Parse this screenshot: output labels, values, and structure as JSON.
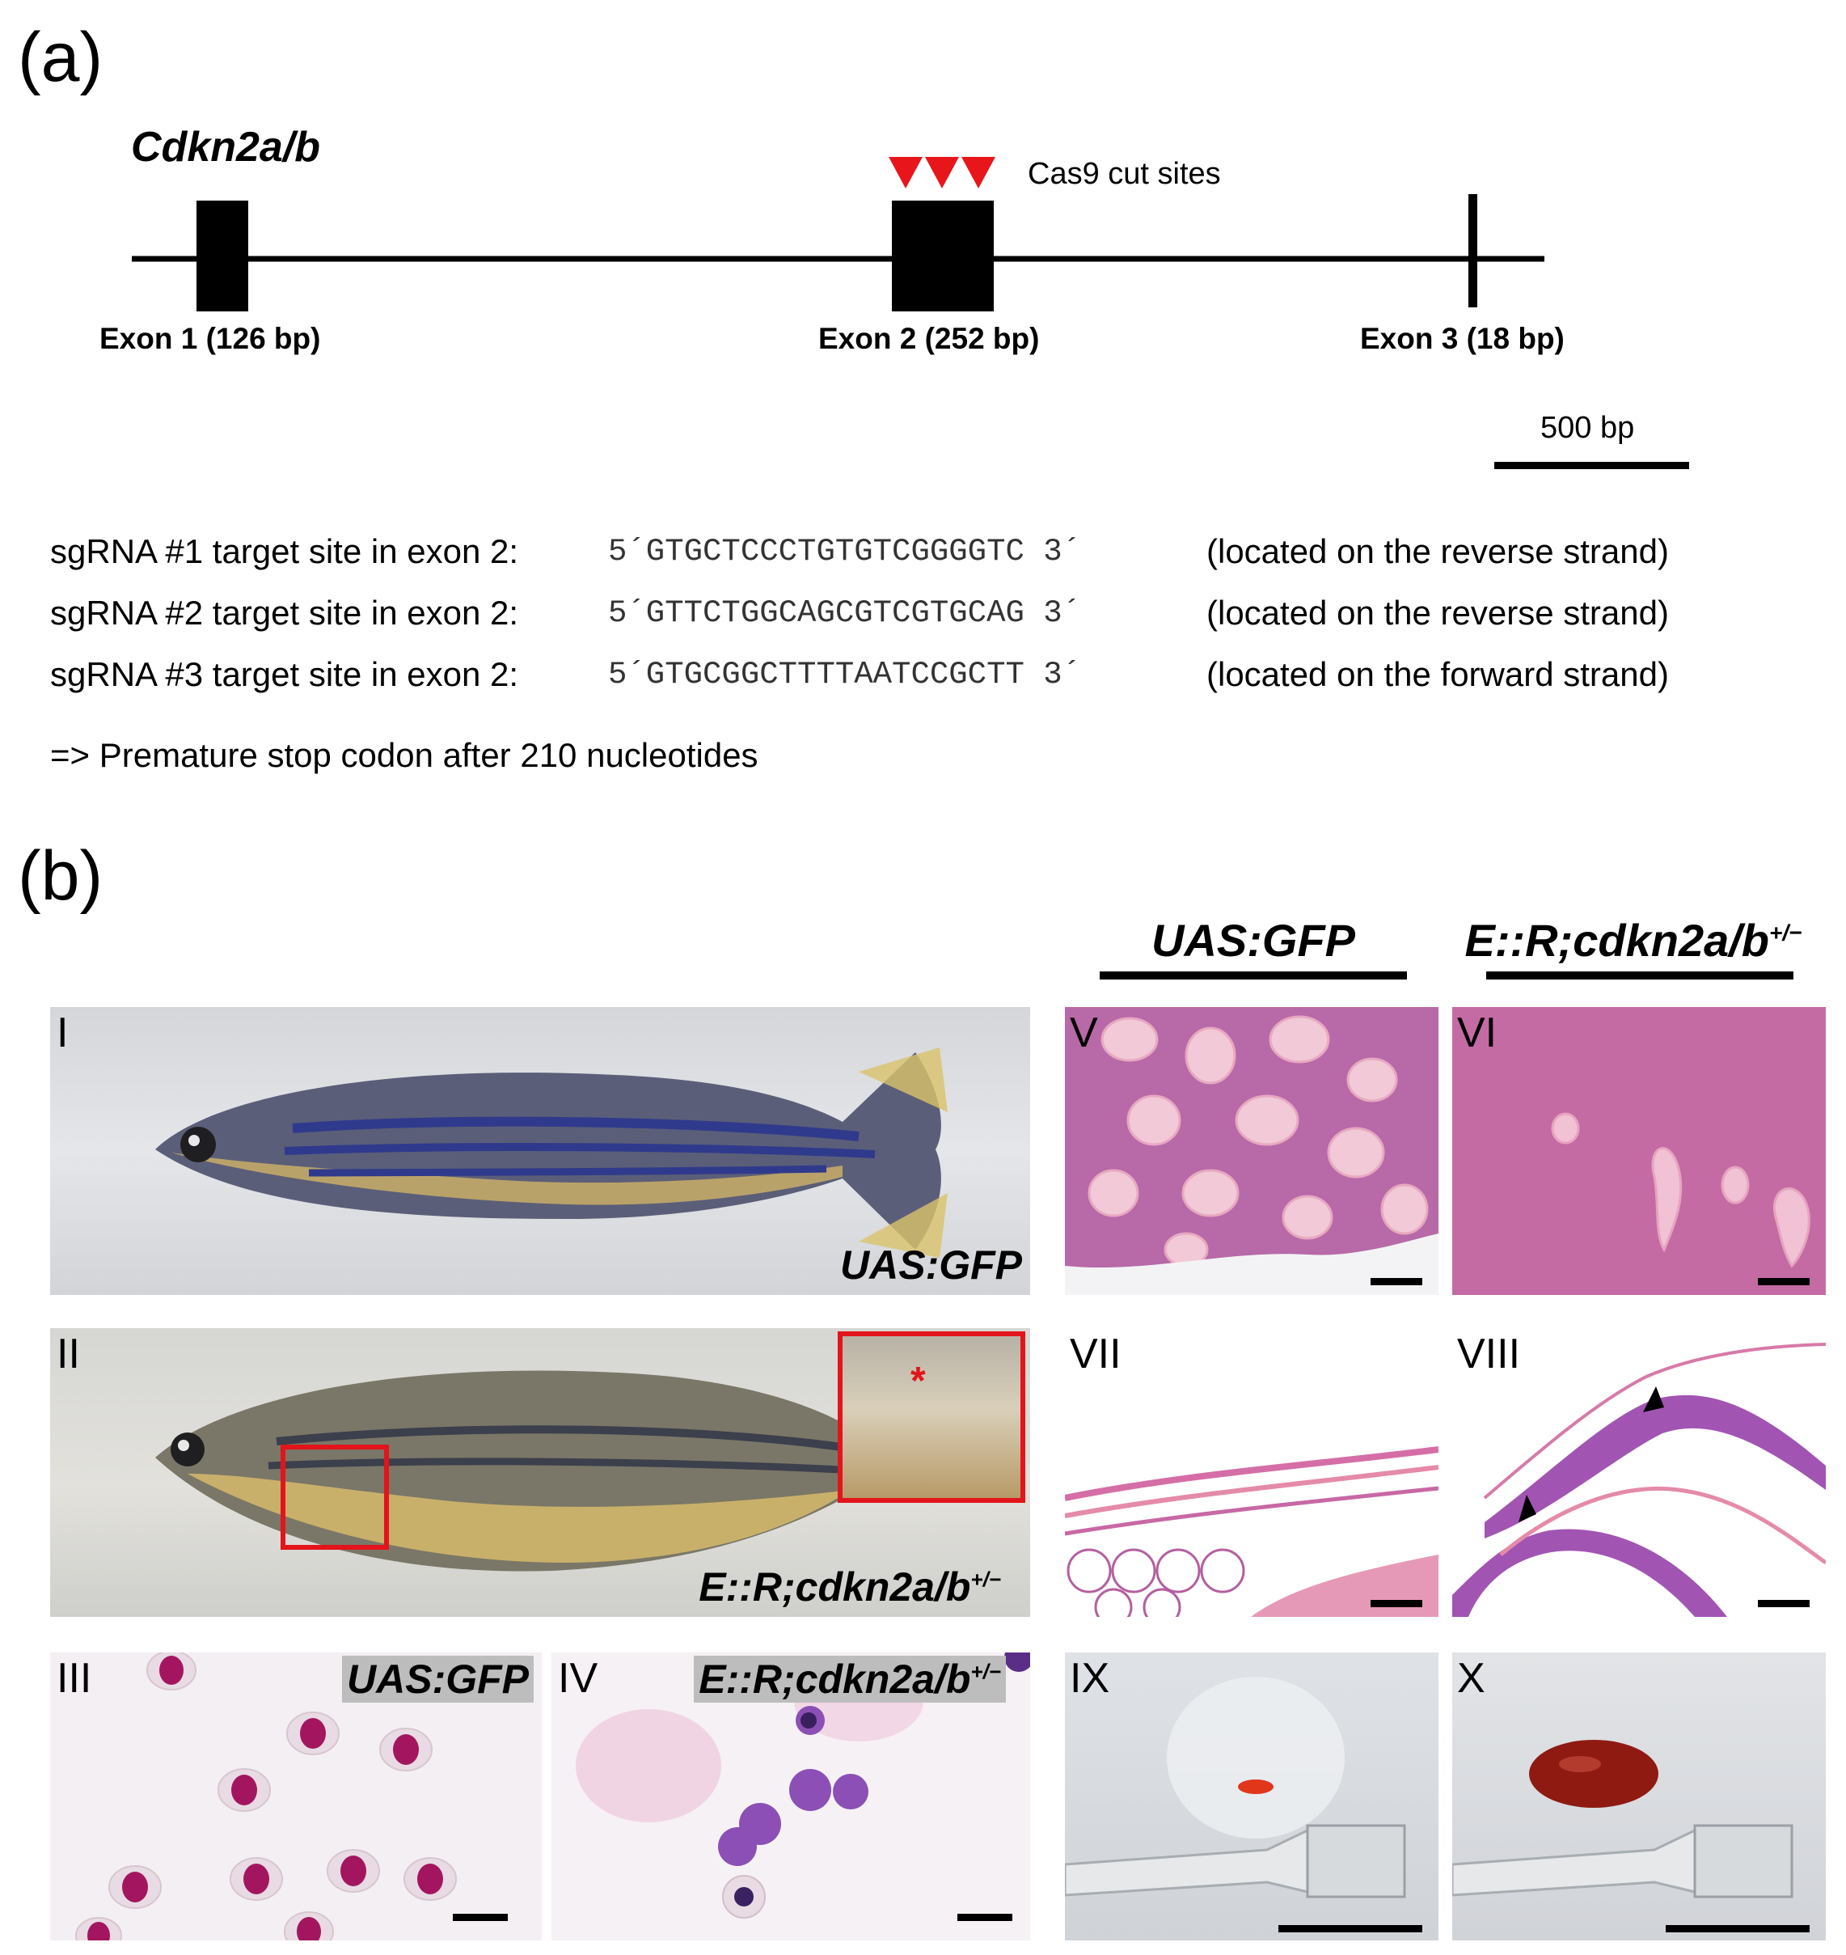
{
  "panel_a": {
    "letter": "(a)",
    "gene_name": "Cdkn2a/b",
    "cas9_label": "Cas9 cut sites",
    "exons": [
      {
        "label": "Exon 1 (126 bp)"
      },
      {
        "label": "Exon 2 (252 bp)"
      },
      {
        "label": "Exon 3 (18 bp)"
      }
    ],
    "scale_label": "500 bp",
    "sgrnas": [
      {
        "label": "sgRNA  #1 target site in exon 2:",
        "sequence": "5´GTGCTCCCTGTGTCGGGGTC 3´",
        "strand": "(located on the reverse strand)"
      },
      {
        "label": "sgRNA  #2 target site in exon 2:",
        "sequence": "5´GTTCTGGCAGCGTCGTGCAG 3´",
        "strand": "(located on the reverse strand)"
      },
      {
        "label": "sgRNA  #3 target site in exon 2:",
        "sequence": "5´GTGCGGCTTTTAATCCGCTT 3´",
        "strand": "(located on the forward strand)"
      }
    ],
    "note": "=> Premature stop codon after 210 nucleotides"
  },
  "panel_b": {
    "letter": "(b)",
    "column_headers": {
      "control": "UAS:GFP",
      "mutant_base": "E::R;cdkn2a/b",
      "mutant_sup": "+/−"
    },
    "subpanels": {
      "I": {
        "numeral": "I",
        "tag": "UAS:GFP"
      },
      "II": {
        "numeral": "II",
        "tag_base": "E::R;cdkn2a/b",
        "tag_sup": "+/−",
        "inset_mark": "*"
      },
      "III": {
        "numeral": "III",
        "tag": "UAS:GFP"
      },
      "IV": {
        "numeral": "IV",
        "tag_base": "E::R;cdkn2a/b",
        "tag_sup": "+/−"
      },
      "V": {
        "numeral": "V"
      },
      "VI": {
        "numeral": "VI"
      },
      "VII": {
        "numeral": "VII"
      },
      "VIII": {
        "numeral": "VIII"
      },
      "IX": {
        "numeral": "IX"
      },
      "X": {
        "numeral": "X"
      }
    }
  },
  "colors": {
    "cut_marker": "#e8161b",
    "highlight_box": "#e3141b",
    "he_pink": "#e9a3c6",
    "he_purple": "#a45cb3"
  }
}
